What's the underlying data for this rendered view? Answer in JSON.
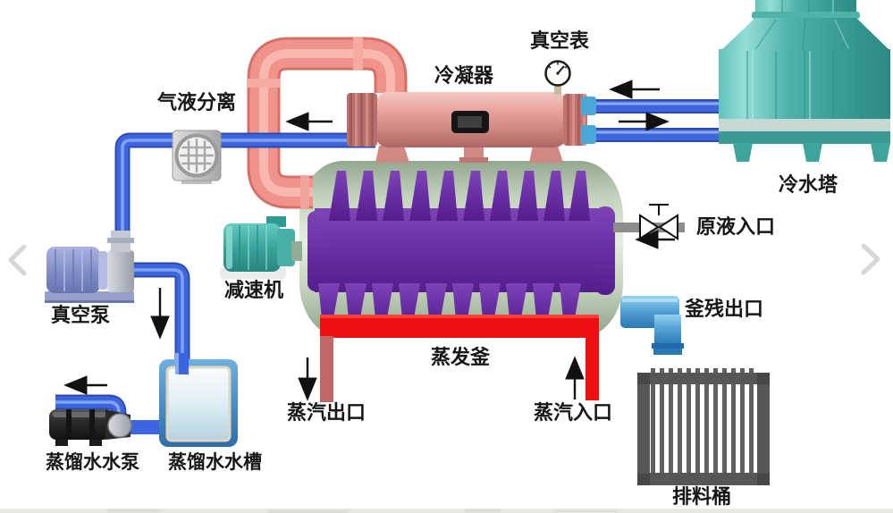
{
  "figure": {
    "type": "equipment-flow-diagram",
    "background": "#ffffff"
  },
  "labels": {
    "vacuum_gauge": "真空表",
    "condenser": "冷凝器",
    "cooling_tower": "冷水塔",
    "gas_liquid_separator": "气液分离",
    "vacuum_pump": "真空泵",
    "reducer": "减速机",
    "raw_liquid_inlet": "原液入口",
    "kettle_residue_outlet": "釜残出口",
    "evaporation_kettle": "蒸发釜",
    "steam_outlet": "蒸汽出口",
    "steam_inlet": "蒸汽入口",
    "distilled_water_pump": "蒸馏水水泵",
    "distilled_water_tank": "蒸馏水水槽",
    "discharge_barrel": "排料桶"
  },
  "flow_arrows": [
    {
      "name": "condensate-to-separator",
      "direction": "left"
    },
    {
      "name": "tower-return-top-pipe",
      "direction": "left"
    },
    {
      "name": "tower-supply-bottom-pipe",
      "direction": "right"
    },
    {
      "name": "vacuum-pump-to-tank",
      "direction": "down"
    },
    {
      "name": "distilled-water-out",
      "direction": "left"
    },
    {
      "name": "steam-outlet",
      "direction": "down"
    },
    {
      "name": "steam-inlet",
      "direction": "up"
    },
    {
      "name": "raw-liquid-inlet",
      "direction": "left"
    }
  ],
  "icons": {
    "vacuum_gauge": "gauge-dial-icon",
    "prev": "chevron-left-icon",
    "next": "chevron-right-icon"
  },
  "colors": {
    "steam_pipe_pink": "#f0938b",
    "condenser_pink": "#d89a95",
    "water_pipe_blue": "#3d66de",
    "kettle_green": "#cfdec8",
    "rotor_purple": "#692ea4",
    "steam_red": "#ee1010",
    "steam_leg_muted": "#c06868",
    "cooling_tower_teal": "#4fb3ab",
    "reducer_teal": "#39a59d",
    "vacuum_pump_periwinkle": "#8490c8",
    "residue_pipe_blue": "#55a3d6",
    "tank_blue": "#4a8ec6",
    "discharge_barrel_gray": "#565656",
    "separator_silver": "#c2c2c2",
    "inlet_pipe_gray": "#8c8c8c",
    "arrow_black": "#111111"
  }
}
